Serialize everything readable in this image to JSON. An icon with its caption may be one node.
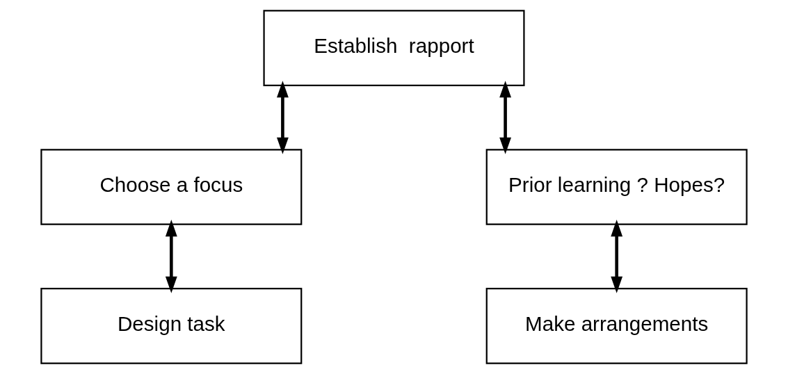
{
  "diagram": {
    "nodes": [
      {
        "text": [
          "Establish  rapport"
        ]
      },
      {
        "text": [
          "Choose a focus"
        ]
      },
      {
        "text": [
          "Design task"
        ]
      },
      {
        "text": [
          "Prior learning ? Hopes?"
        ]
      },
      {
        "text": [
          "Make arrangements"
        ]
      }
    ],
    "edges": [
      {
        "from": 0,
        "to": 1,
        "arrow": "both"
      },
      {
        "from": 1,
        "to": 2,
        "arrow": "both"
      },
      {
        "from": 0,
        "to": 3,
        "arrow": "both"
      },
      {
        "from": 3,
        "to": 4,
        "arrow": "both"
      }
    ]
  }
}
